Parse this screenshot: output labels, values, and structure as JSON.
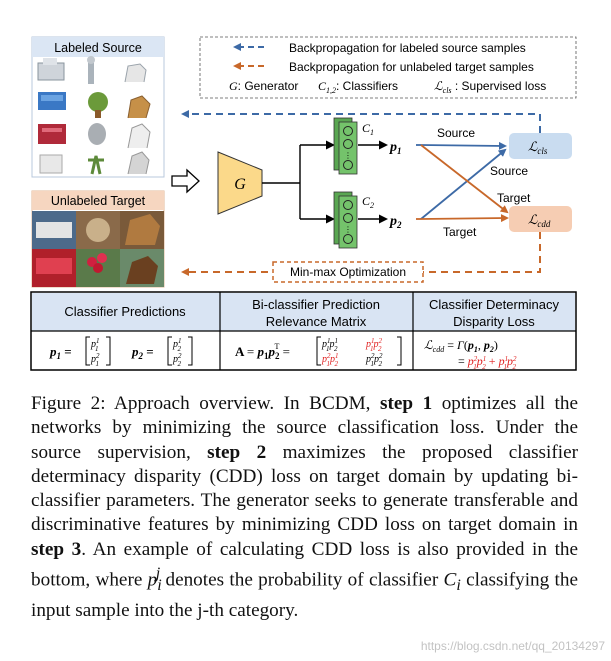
{
  "figure": {
    "labeled_source_label": "Labeled Source",
    "unlabeled_target_label": "Unlabeled Target",
    "legend": {
      "backprop_source": "Backpropagation for labeled source samples",
      "backprop_target": "Backpropagation for unlabeled target samples",
      "generator_key": "G",
      "generator_text": ": Generator",
      "classifiers_key": "C",
      "classifiers_sub": "1,2",
      "classifiers_text": ": Classifiers",
      "loss_key": "ℒ",
      "loss_sub": "cls",
      "loss_text": " : Supervised loss"
    },
    "generator_label": "G",
    "classifier1": {
      "letter": "C",
      "sub": "1"
    },
    "classifier2": {
      "letter": "C",
      "sub": "2"
    },
    "p1": {
      "letter": "p",
      "sub": "1"
    },
    "p2": {
      "letter": "p",
      "sub": "2"
    },
    "edge_labels": {
      "source_top": "Source",
      "source_mid": "Source",
      "target_mid": "Target",
      "target_bottom": "Target"
    },
    "loss_cls": {
      "letter": "ℒ",
      "sub": "cls"
    },
    "loss_cdd": {
      "letter": "ℒ",
      "sub": "cdd"
    },
    "minmax_label": "Min-max Optimization",
    "table": {
      "col1_header": "Classifier Predictions",
      "col2_header_line1": "Bi-classifier Prediction",
      "col2_header_line2": "Relevance Matrix",
      "col3_header_line1": "Classifier Determinacy",
      "col3_header_line2": "Disparity Loss"
    },
    "colors": {
      "blue_arrow": "#3d6aa6",
      "orange_arrow": "#c8682a",
      "generator_fill": "#fbd98a",
      "classifier_fill": "#74c36b",
      "cls_fill": "#c9dcf0",
      "cdd_fill": "#f6cdb3",
      "header_fill": "#d9e4f3",
      "red": "#e02020"
    }
  },
  "caption_parts": [
    "Figure 2: Approach overview. In BCDM, ",
    "step 1",
    " optimizes all the networks by minimizing the source classification loss. Under the source supervision, ",
    "step 2",
    " maximizes the proposed classifier determinacy disparity (CDD) loss on target domain by updating bi-classifier parameters. The generator seeks to generate transferable and discriminative features by minimizing CDD loss on target domain in ",
    "step 3",
    ". An example of calculating CDD loss is also provided in the bottom, where ",
    "p",
    "i",
    "j",
    " denotes the probability of classifier ",
    "C",
    "i",
    " classifying the input sample into the j-th category."
  ],
  "watermark": "https://blog.csdn.net/qq_20134297"
}
